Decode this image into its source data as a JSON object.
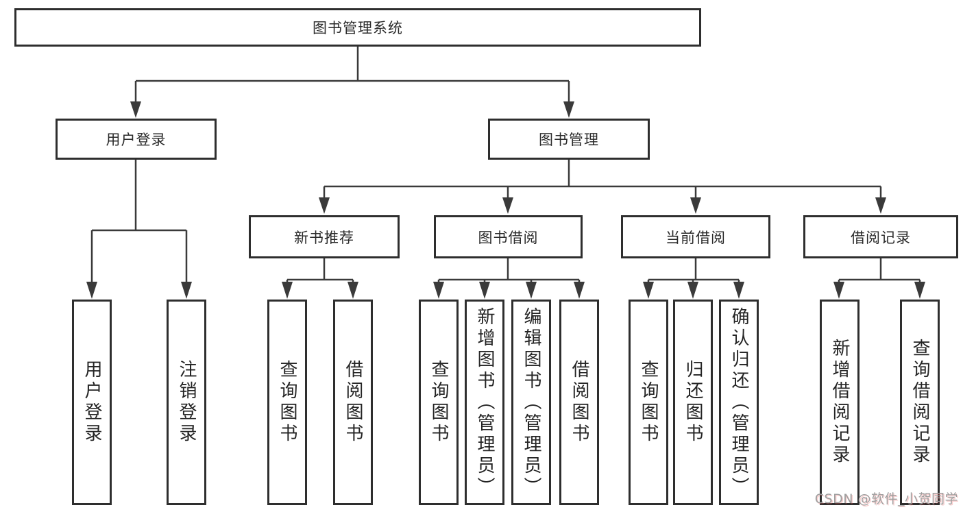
{
  "diagram": {
    "root": "图书管理系统",
    "level2": [
      {
        "label": "用户登录",
        "leaves": [
          "用户登录",
          "注销登录"
        ]
      },
      {
        "label": "图书管理",
        "children": [
          {
            "label": "新书推荐",
            "leaves": [
              "查询图书",
              "借阅图书"
            ]
          },
          {
            "label": "图书借阅",
            "leaves": [
              "查询图书",
              "新增图书（管理员）",
              "编辑图书（管理员）",
              "借阅图书"
            ]
          },
          {
            "label": "当前借阅",
            "leaves": [
              "查询图书",
              "归还图书",
              "确认归还（管理员）"
            ]
          },
          {
            "label": "借阅记录",
            "leaves": [
              "新增借阅记录",
              "查询借阅记录"
            ]
          }
        ]
      }
    ]
  },
  "watermark": {
    "text": "CSDN @软件_小贺同学"
  },
  "colors": {
    "line": "#3a3a3a",
    "box_border": "#2e2e2e",
    "text": "#2a2a2a",
    "watermark": "#9f9f9f",
    "background": "#ffffff"
  }
}
